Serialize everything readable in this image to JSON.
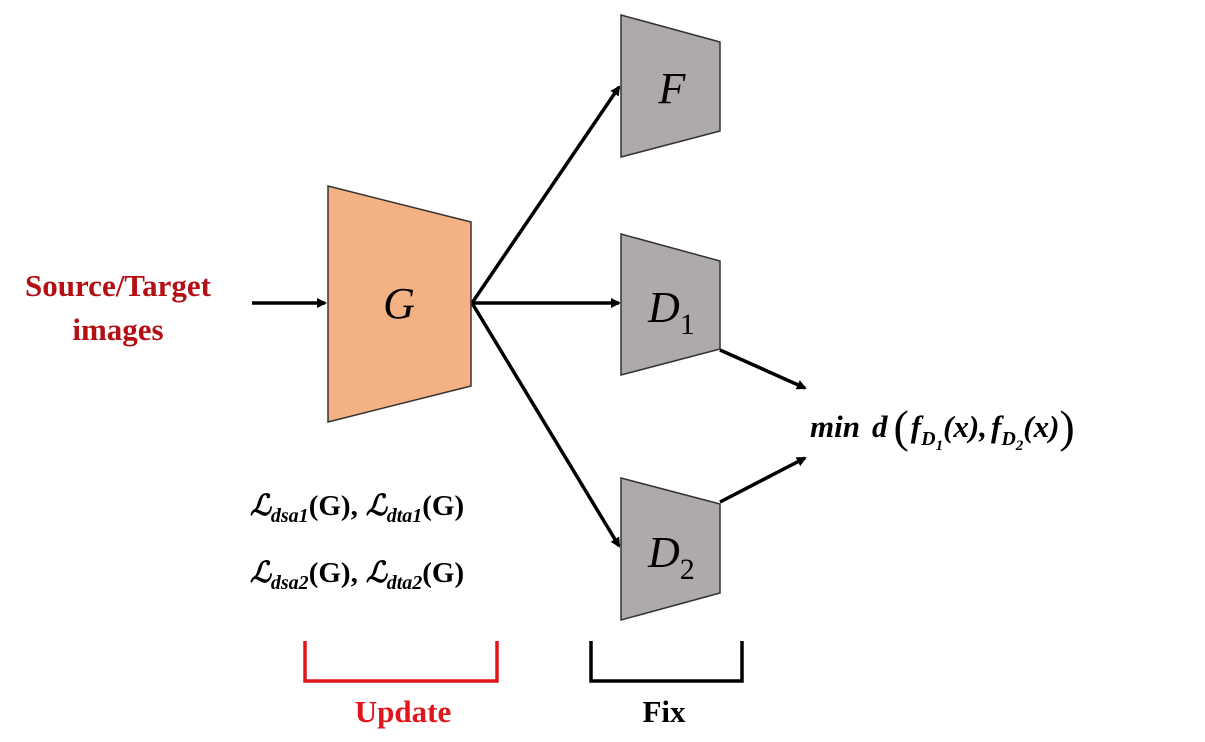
{
  "input_label": {
    "line1": "Source/Target",
    "line2": "images"
  },
  "blocks": {
    "generator": {
      "label": "G",
      "color": "#f4b183"
    },
    "classifier": {
      "label": "F",
      "color": "#aeaaaa"
    },
    "discriminator1": {
      "label": "D",
      "subscript": "1",
      "color": "#aeaaaa"
    },
    "discriminator2": {
      "label": "D",
      "subscript": "2",
      "color": "#aeaaaa"
    }
  },
  "losses": {
    "line1": {
      "a_symbol": "ℒ",
      "a_sub": "dsa1",
      "a_arg": "(G)",
      "sep": ",",
      "b_symbol": "ℒ",
      "b_sub": "dta1",
      "b_arg": "(G)"
    },
    "line2": {
      "a_symbol": "ℒ",
      "a_sub": "dsa2",
      "a_arg": "(G)",
      "sep": ",",
      "b_symbol": "ℒ",
      "b_sub": "dta2",
      "b_arg": "(G)"
    }
  },
  "objective": {
    "min": "min",
    "d": "d",
    "open_paren": "(",
    "f1": "f",
    "f1_sub": "D",
    "f1_subsub": "1",
    "f1_arg": "(x)",
    "comma": ",",
    "f2": "f",
    "f2_sub": "D",
    "f2_subsub": "2",
    "f2_arg": "(x)",
    "close_paren": ")"
  },
  "brackets": {
    "update": {
      "label": "Update",
      "color": "#e0161c"
    },
    "fix": {
      "label": "Fix",
      "color": "#000000"
    }
  },
  "colors": {
    "input_text": "#b30f14",
    "arrow": "#000000"
  }
}
